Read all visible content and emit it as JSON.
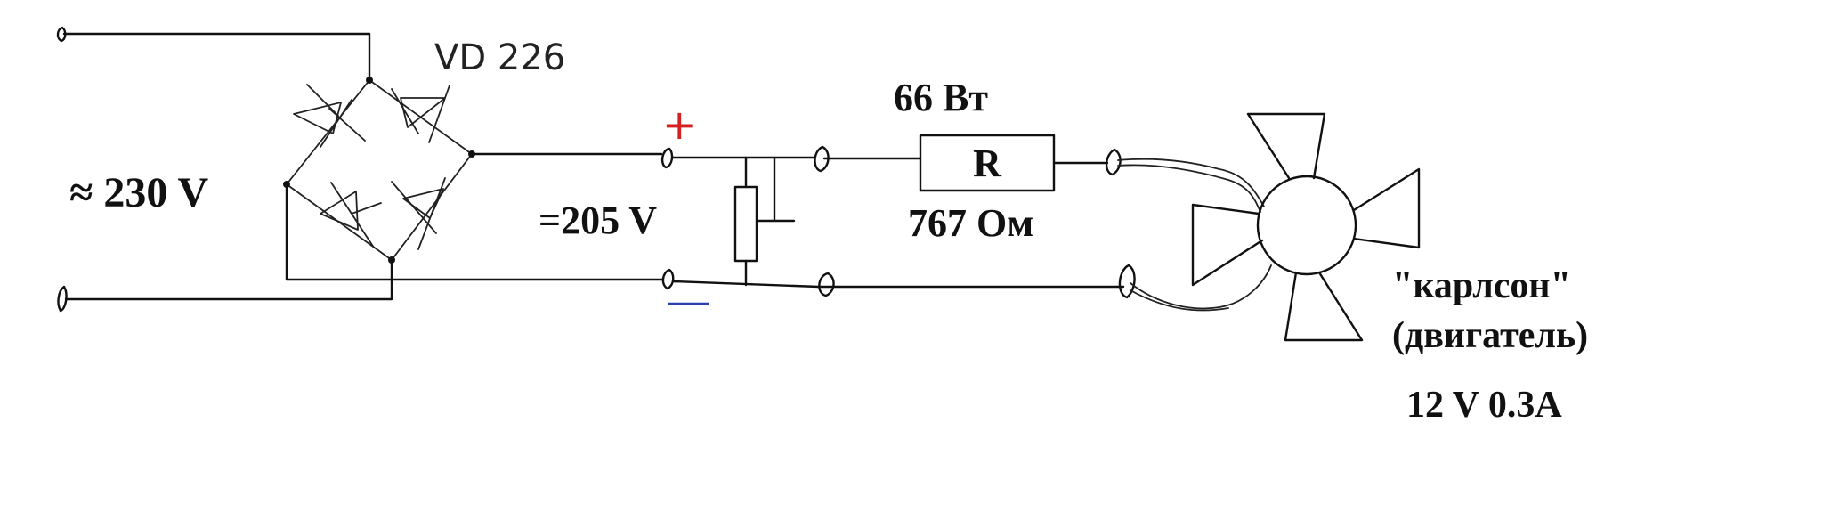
{
  "labels": {
    "diode_bridge": "VD 226",
    "ac_input": "≈  230 V",
    "dc_output": "=205 V",
    "power": "66 Вт",
    "resistor_symbol": "R",
    "resistance": "767 Ом",
    "motor_name": "\"карлсон\"",
    "motor_type": "(двигатель)",
    "motor_rating": "12 V 0.3A",
    "plus_mark": "+"
  },
  "colors": {
    "wire": "#111111",
    "plus_mark": "#d42020",
    "minus_mark": "#2a3fb0"
  }
}
